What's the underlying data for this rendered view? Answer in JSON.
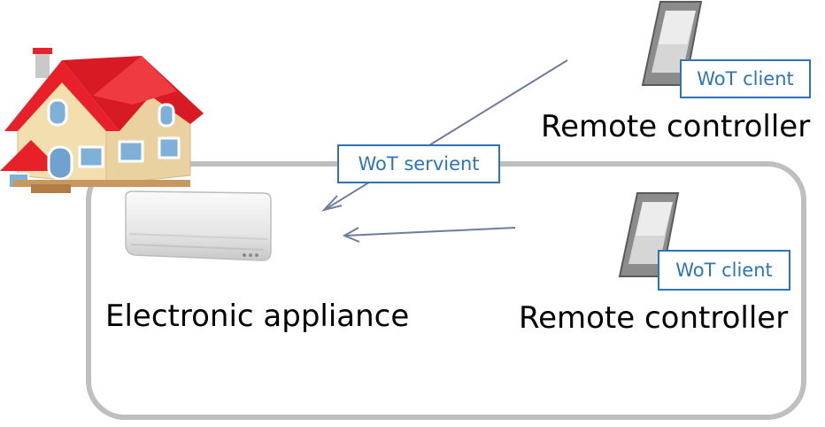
{
  "labels": {
    "servient_tag": "WoT servient",
    "client_tag_top": "WoT client",
    "client_tag_bottom": "WoT client",
    "appliance_caption": "Electronic appliance",
    "remote_caption_top": "Remote controller",
    "remote_caption_bottom": "Remote controller"
  },
  "colors": {
    "tag_border": "#2e75b6",
    "frame": "#bfbfbf",
    "arrow": "#6f7c9c",
    "roof": "#e8202a",
    "wall": "#f3dfae"
  },
  "icons": {
    "house": "house-icon",
    "appliance": "air-conditioner-icon",
    "phone": "smartphone-icon"
  }
}
